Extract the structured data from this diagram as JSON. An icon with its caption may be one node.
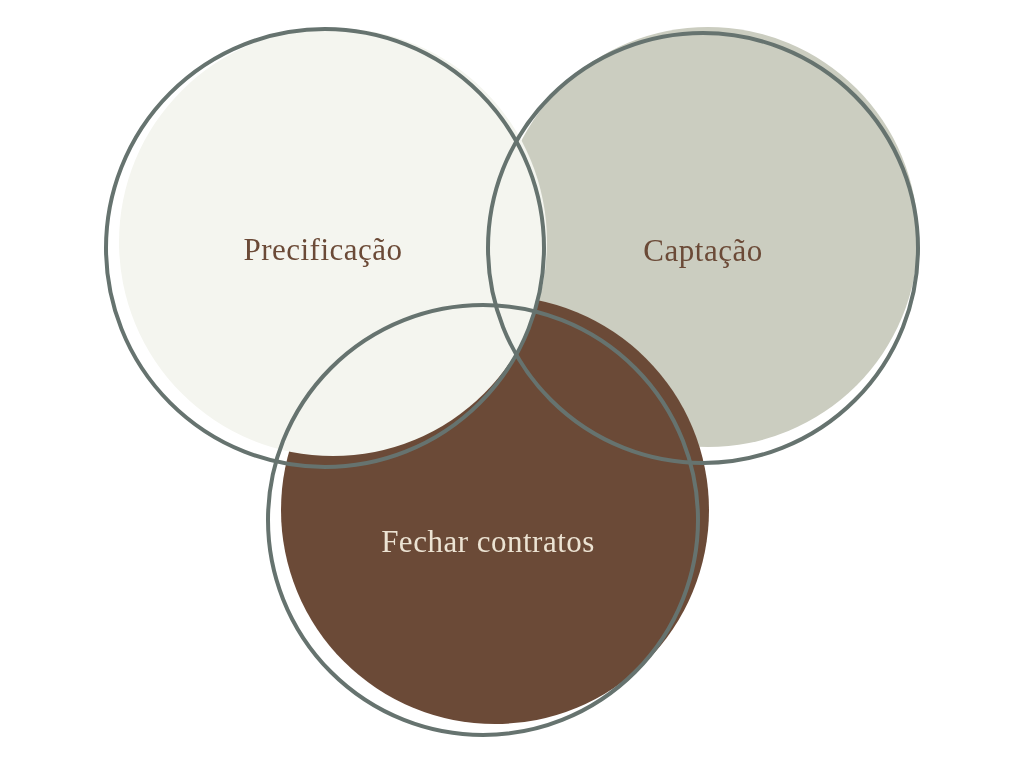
{
  "diagram": {
    "nodes": [
      {
        "text": [
          "Precificação"
        ]
      },
      {
        "text": [
          "Captação"
        ]
      },
      {
        "text": [
          "Fechar contratos"
        ]
      }
    ]
  }
}
